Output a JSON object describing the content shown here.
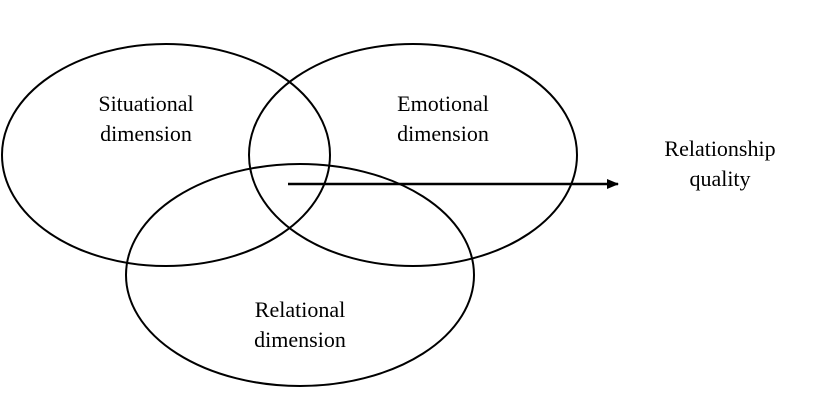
{
  "diagram": {
    "circles": [
      {
        "id": "situational",
        "line1": "Situational",
        "line2": "dimension"
      },
      {
        "id": "emotional",
        "line1": "Emotional",
        "line2": "dimension"
      },
      {
        "id": "relational",
        "line1": "Relational",
        "line2": "dimension"
      }
    ],
    "outcome": {
      "line1": "Relationship",
      "line2": "quality"
    },
    "colors": {
      "stroke": "#000000",
      "background": "#ffffff",
      "text": "#000000"
    }
  }
}
